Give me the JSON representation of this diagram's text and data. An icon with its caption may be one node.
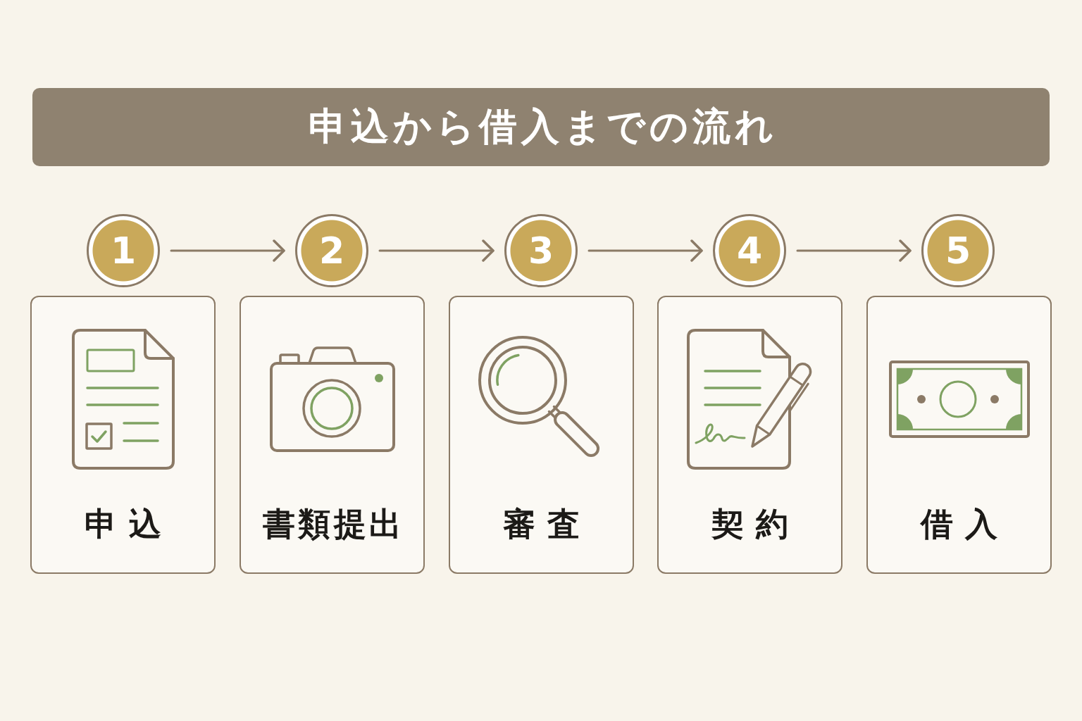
{
  "diagram": {
    "title": "申込から借入までの流れ",
    "nodes": [
      {
        "text": [
          "1"
        ]
      },
      {
        "text": [
          "2"
        ]
      },
      {
        "text": [
          "3"
        ]
      },
      {
        "text": [
          "4"
        ]
      },
      {
        "text": [
          "5"
        ]
      },
      {
        "text": [
          "申込"
        ]
      },
      {
        "text": [
          "書類提出"
        ]
      },
      {
        "text": [
          "審査"
        ]
      },
      {
        "text": [
          "契約"
        ]
      },
      {
        "text": [
          "借入"
        ]
      }
    ],
    "edges": [
      {
        "from": 0,
        "to": 1,
        "arrow": "to"
      },
      {
        "from": 1,
        "to": 2,
        "arrow": "to"
      },
      {
        "from": 2,
        "to": 3,
        "arrow": "to"
      },
      {
        "from": 3,
        "to": 4,
        "arrow": "to"
      }
    ]
  }
}
